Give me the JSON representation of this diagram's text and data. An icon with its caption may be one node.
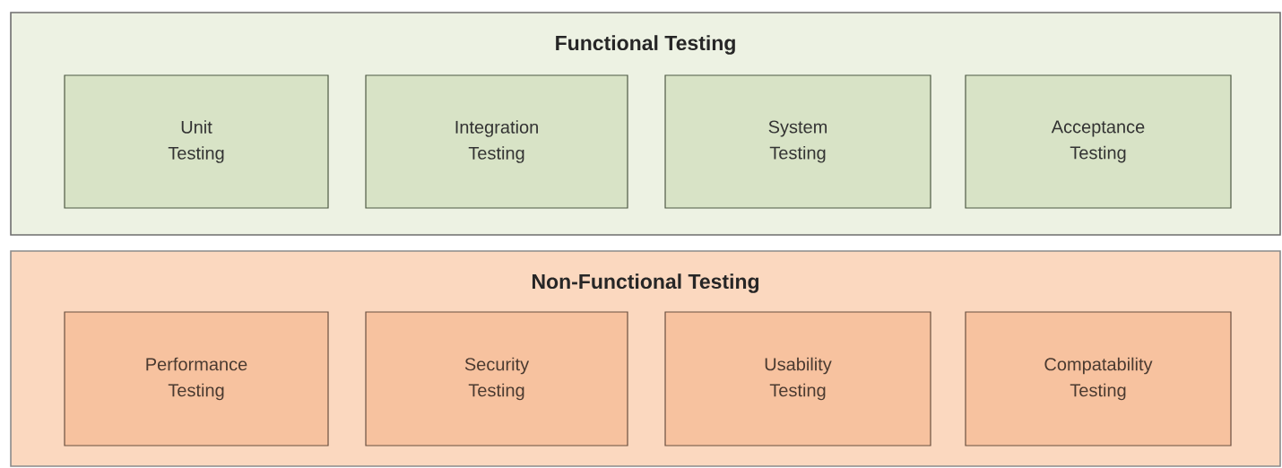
{
  "diagram": {
    "nodes": [
      {
        "text": [
          "Functional Testing"
        ]
      },
      {
        "text": [
          "Unit Testing"
        ],
        "in": 0
      },
      {
        "text": [
          "Integration Testing"
        ],
        "in": 0
      },
      {
        "text": [
          "System Testing"
        ],
        "in": 0
      },
      {
        "text": [
          "Acceptance Testing"
        ],
        "in": 0
      },
      {
        "text": [
          "Non-Functional Testing"
        ]
      },
      {
        "text": [
          "Performance Testing"
        ],
        "in": 5
      },
      {
        "text": [
          "Security Testing"
        ],
        "in": 5
      },
      {
        "text": [
          "Usability Testing"
        ],
        "in": 5
      },
      {
        "text": [
          "Compatability Testing"
        ],
        "in": 5
      }
    ]
  }
}
